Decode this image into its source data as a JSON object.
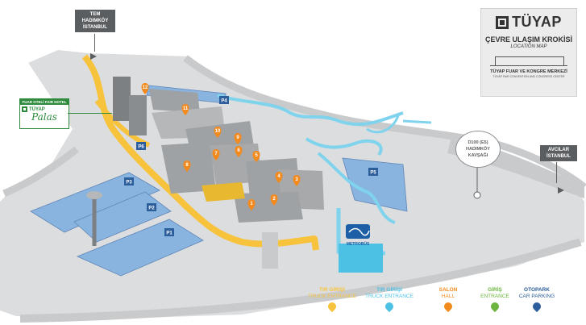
{
  "colors": {
    "ground": "#dcdddf",
    "road": "#c9cacc",
    "truck_road": "#f7c33c",
    "truck_road_light": "#f0c040",
    "water": "#7fd3ec",
    "parking": "#8ab4e0",
    "building": "#9fa2a5",
    "building_dark": "#7d8083",
    "salon_orange": "#f28a1d",
    "entrance_green": "#6bb43e",
    "otopark_blue": "#2b5e9b",
    "metro_blue": "#1d5fa6",
    "metro_cyan": "#4dc1e4",
    "dark_label": "#5b5e60",
    "palas_green": "#2e8b3e"
  },
  "title_box": {
    "brand": "TÜYAP",
    "title": "ÇEVRE ULAŞIM KROKİSİ",
    "subtitle": "LOCATION MAP",
    "center_name": "TÜYAP FUAR VE KONGRE MERKEZİ",
    "center_name_en": "TÜYAP FAIR CONVENTION AND CONGRESS CENTER",
    "logo_icon": "tuyap-logo-icon"
  },
  "road_signs": {
    "top_left": [
      "TEM",
      "HADIMKÖY",
      "İSTANBUL"
    ],
    "right": [
      "AVCILAR",
      "İSTANBUL"
    ],
    "junction": [
      "D100 (E5)",
      "HADIMKÖY",
      "KAVŞAĞI"
    ]
  },
  "hotel": {
    "header": "FUAR OTELİ FAIR HOTEL",
    "brand": "TÜYAP",
    "name": "Palas"
  },
  "metrobus": {
    "label": "METROBÜS"
  },
  "halls": [
    "12",
    "11",
    "10",
    "9",
    "8",
    "7",
    "6",
    "5",
    "4",
    "3",
    "2",
    "1"
  ],
  "parking_markers": [
    "P1",
    "P2",
    "P3",
    "P4",
    "P5",
    "P6"
  ],
  "legend": [
    {
      "title": "TIR GİRİŞİ",
      "subtitle": "TRUCK ENTRANCE",
      "color": "#f7c33c",
      "icon": "truck-entrance-pin-icon"
    },
    {
      "title": "TIR GİRİŞİ",
      "subtitle": "TRUCK ENTRANCE",
      "color": "#4dc1e4",
      "icon": "truck-entrance-pin-icon"
    },
    {
      "title": "SALON",
      "subtitle": "HALL",
      "color": "#f28a1d",
      "icon": "hall-pin-icon"
    },
    {
      "title": "GİRİŞ",
      "subtitle": "ENTRANCE",
      "color": "#6bb43e",
      "icon": "entrance-pin-icon"
    },
    {
      "title": "OTOPARK",
      "subtitle": "CAR PARKING",
      "color": "#2b5e9b",
      "icon": "car-parking-pin-icon"
    }
  ]
}
